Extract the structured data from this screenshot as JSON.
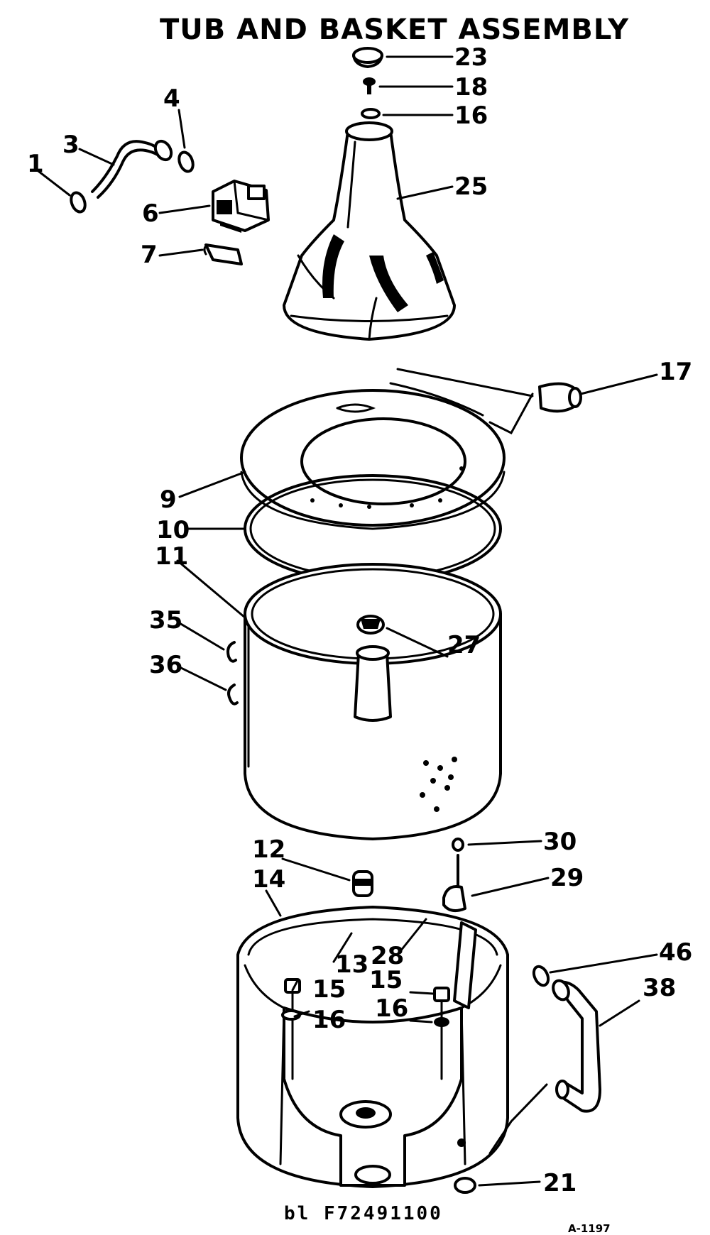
{
  "title": "TUB AND BASKET ASSEMBLY",
  "footer_code": "bl F72491100",
  "corner_code": "A-1197",
  "parts": {
    "p1": "1",
    "p3": "3",
    "p4": "4",
    "p6": "6",
    "p7": "7",
    "p9": "9",
    "p10": "10",
    "p11": "11",
    "p12": "12",
    "p13": "13",
    "p14": "14",
    "p15a": "15",
    "p15b": "15",
    "p16a": "16",
    "p16b": "16",
    "p16c": "16",
    "p17": "17",
    "p18": "18",
    "p21": "21",
    "p23": "23",
    "p25": "25",
    "p27": "27",
    "p28": "28",
    "p29": "29",
    "p30": "30",
    "p35": "35",
    "p36": "36",
    "p38": "38",
    "p46": "46"
  }
}
